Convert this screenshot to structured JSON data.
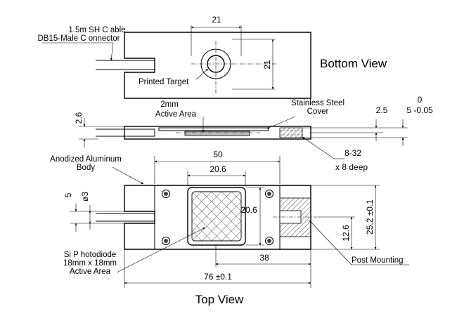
{
  "bottom_view": {
    "title": "Bottom View",
    "cable_label_line1": "1.5m SH C able",
    "cable_label_line2": "DB15-Male C onnector",
    "printed_target": "Printed Target",
    "dim_width": "21",
    "dim_height": "21"
  },
  "side_view": {
    "active_area_line1": "2mm",
    "active_area_line2": "Active Area",
    "cover_line1": "Stainless Steel",
    "cover_line2": "Cover",
    "dim_height": "2.6",
    "dim_thread_depth": "2.5",
    "dim_tol_main": "5 -0.05",
    "dim_tol_upper": "0",
    "thread_line1": "8-32",
    "thread_line2": "x 8 deep"
  },
  "top_view": {
    "title": "Top View",
    "body_line1": "Anodized Aluminum",
    "body_line2": "Body",
    "dim_width": "50",
    "dim_window": "20.6",
    "dim_window_v": "20.6",
    "dim_hole_spacing": "5",
    "dim_hole_dia": "ø3",
    "dim_post_height": "12.6",
    "dim_total_height": "25.2 ±0.1",
    "dim_38": "38",
    "dim_total_length": "76 ±0.1",
    "post_mounting": "Post Mounting",
    "photodiode_line1": "Si P hotodiode",
    "photodiode_line2": "18mm x 18mm",
    "photodiode_line3": "Active Area"
  }
}
